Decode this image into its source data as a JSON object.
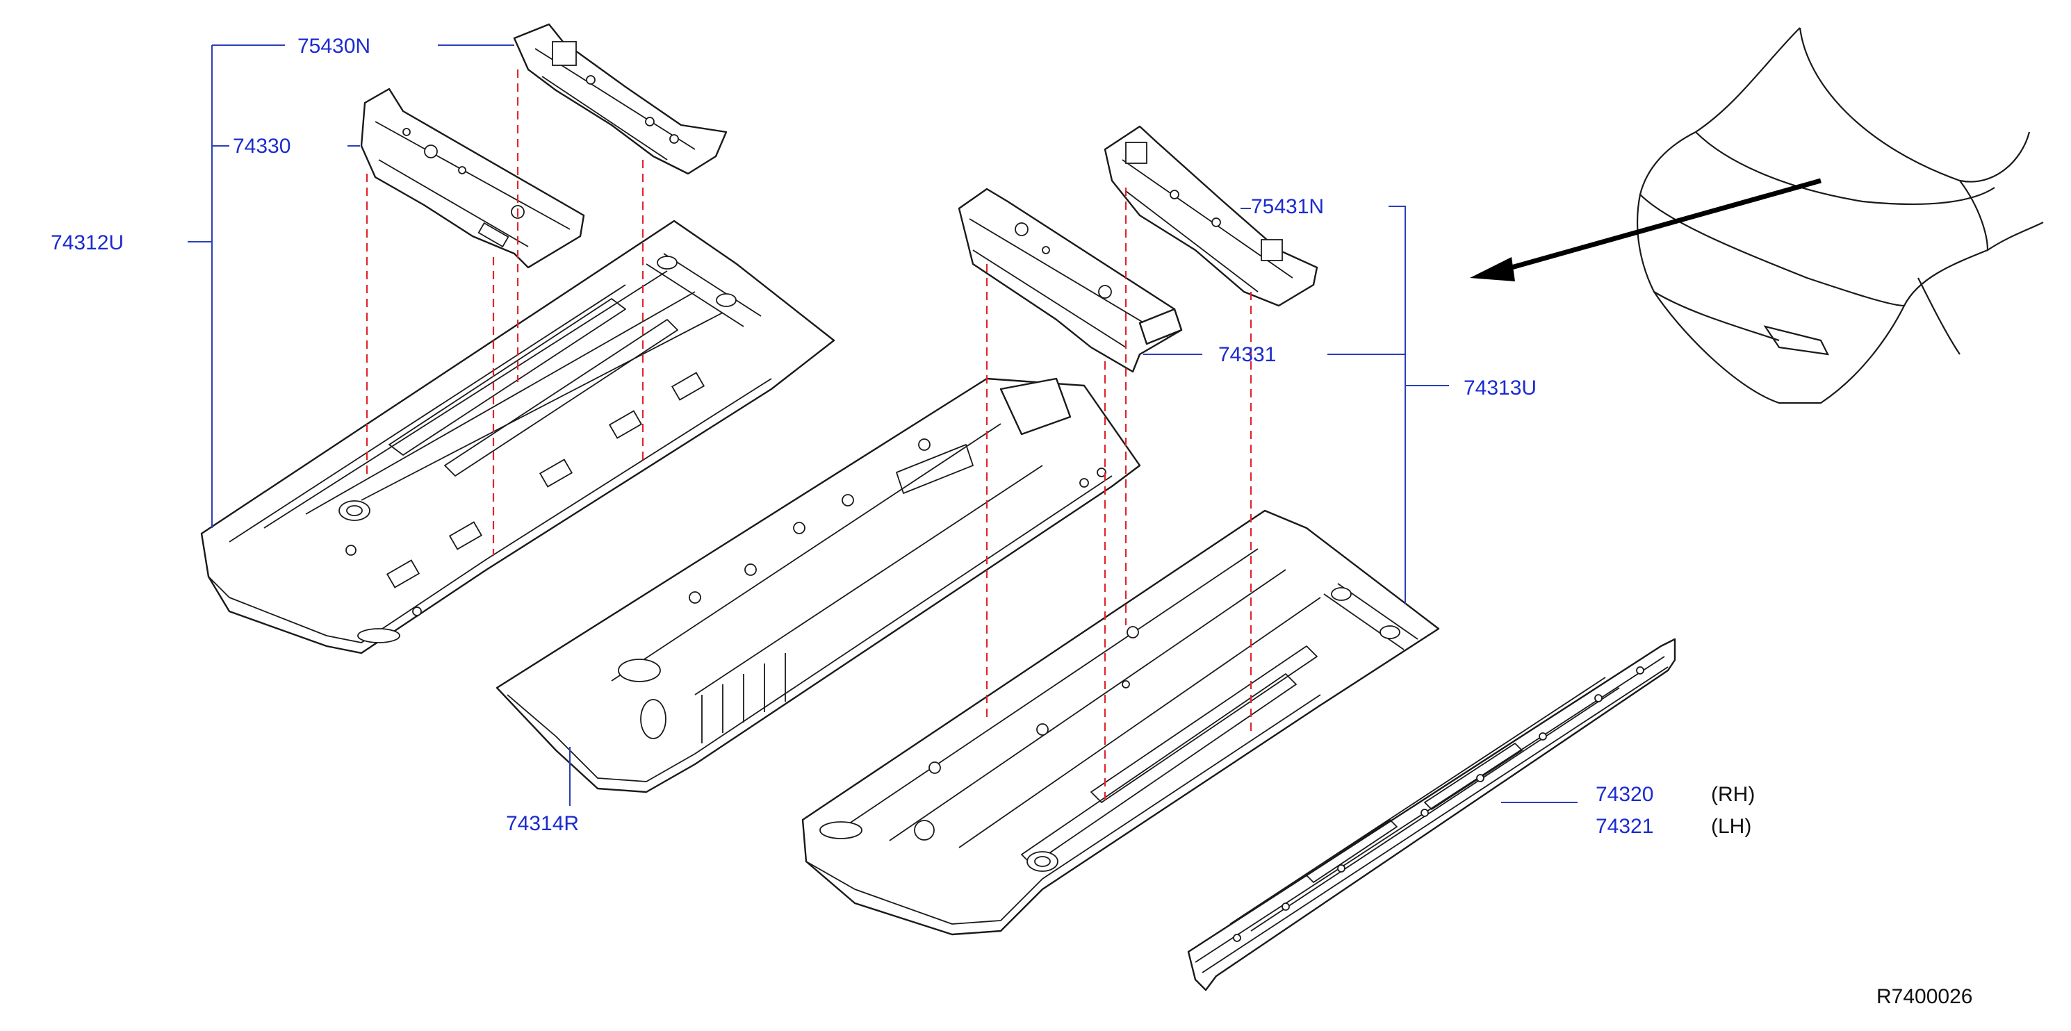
{
  "parts": {
    "p75430N": "75430N",
    "p74330": "74330",
    "p74312U": "74312U",
    "p75431N": "75431N",
    "p74331": "74331",
    "p74313U": "74313U",
    "p74314R": "74314R",
    "p74320": "74320",
    "p74321": "74321"
  },
  "sides": {
    "rh": "(RH)",
    "lh": "(LH)"
  },
  "diagram_code": "R7400026",
  "colors": {
    "label": "#1b2bd0",
    "leader": "#2a3fb8",
    "alignment_dash": "#e0262c",
    "outline": "#1a1a1a"
  }
}
